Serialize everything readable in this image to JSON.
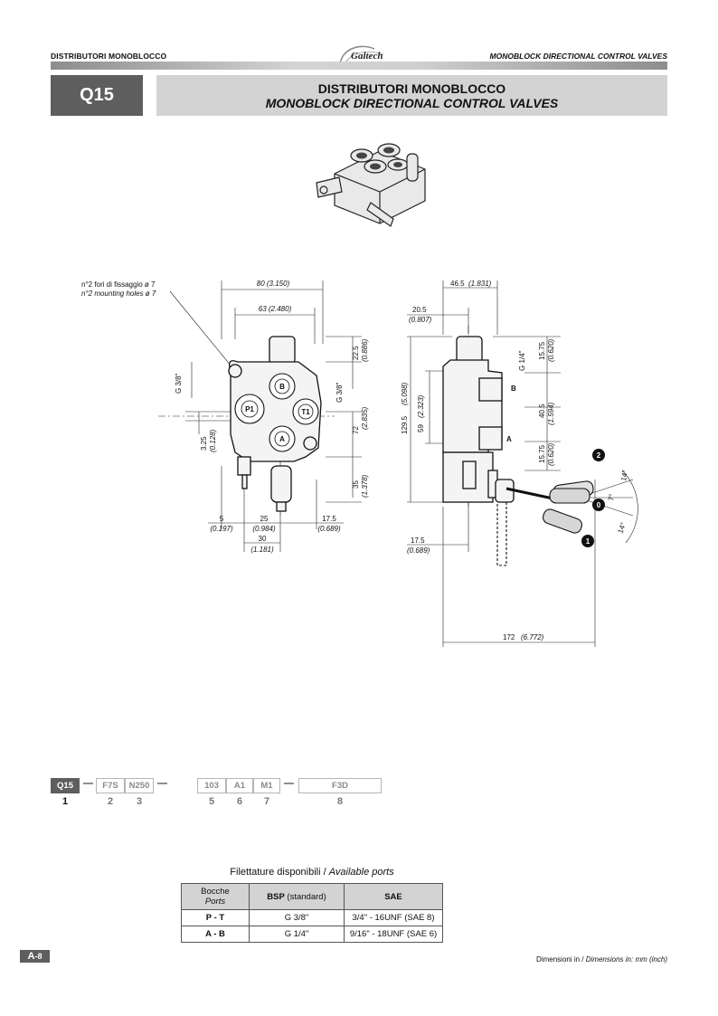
{
  "header": {
    "left": "DISTRIBUTORI MONOBLOCCO",
    "right": "MONOBLOCK DIRECTIONAL CONTROL VALVES",
    "logo": "Galtech"
  },
  "product": {
    "code": "Q15",
    "title_it": "DISTRIBUTORI MONOBLOCCO",
    "title_en": "MONOBLOCK DIRECTIONAL CONTROL VALVES"
  },
  "drawing_front": {
    "note_it": "n°2 fori di fissaggio  ø 7",
    "note_en": "n°2 mounting holes ø 7",
    "dim_80": "80 (3.150)",
    "dim_63": "63 (2.480)",
    "dim_22_5": "22.5",
    "dim_22_5_in": "(0.886)",
    "dim_72": "72",
    "dim_72_in": "(2.835)",
    "dim_35": "35",
    "dim_35_in": "(1.378)",
    "dim_3_25": "3.25",
    "dim_3_25_in": "(0.128)",
    "thread_left": "G 3/8\"",
    "thread_right": "G 3/8\"",
    "dim_5": "5",
    "dim_5_in": "(0.197)",
    "dim_25": "25",
    "dim_25_in": "(0.984)",
    "dim_30": "30",
    "dim_30_in": "(1.181)",
    "dim_17_5": "17.5",
    "dim_17_5_in": "(0.689)",
    "port_b": "B",
    "port_p1": "P1",
    "port_t1": "T1",
    "port_a": "A"
  },
  "drawing_side": {
    "dim_46_5": "46.5",
    "dim_46_5_in": "(1.831)",
    "dim_20_5": "20.5",
    "dim_20_5_in": "(0.807)",
    "dim_129_5": "129.5",
    "dim_129_5_in": "(5.098)",
    "dim_59": "59",
    "dim_59_in": "(2.323)",
    "thread": "G 1/4\"",
    "dim_15_75_top": "15.75",
    "dim_15_75_top_in": "(0.620)",
    "dim_40_5": "40.5",
    "dim_40_5_in": "(1.594)",
    "dim_15_75_bot": "15.75",
    "dim_15_75_bot_in": "(0.620)",
    "port_b": "B",
    "port_a": "A",
    "dim_17_5": "17.5",
    "dim_17_5_in": "(0.689)",
    "dim_172": "172",
    "dim_172_in": "(6.772)",
    "angle_14_top": "14°",
    "angle_7": "7°",
    "angle_14_bot": "14°",
    "lever_pos_2": "2",
    "lever_pos_0": "0",
    "lever_pos_1": "1"
  },
  "ordering_code": {
    "boxes": [
      "Q15",
      "F7S",
      "N250",
      "103",
      "A1",
      "M1",
      "F3D"
    ],
    "numbers": [
      "1",
      "2",
      "3",
      "5",
      "6",
      "7",
      "8"
    ],
    "dash": "—"
  },
  "ports_table": {
    "title_it": "Filettature disponibili",
    "title_sep": " / ",
    "title_en": "Available ports",
    "header": {
      "col1_it": "Bocche",
      "col1_en": "Ports",
      "col2_bold": "BSP",
      "col2_rest": " (standard)",
      "col3": "SAE"
    },
    "rows": [
      {
        "port": "P - T",
        "bsp": "G 3/8\"",
        "sae": "3/4\" - 16UNF (SAE 8)"
      },
      {
        "port": "A - B",
        "bsp": "G 1/4\"",
        "sae": "9/16\" - 18UNF (SAE 6)"
      }
    ]
  },
  "footer": {
    "page_letter": "A",
    "page_num": "-8",
    "dims_it": "Dimensioni in",
    "dims_sep": " / ",
    "dims_en": "Dimensions in: mm (inch)"
  },
  "colors": {
    "dark_gray": "#5e5e5e",
    "light_gray": "#d3d3d3"
  }
}
